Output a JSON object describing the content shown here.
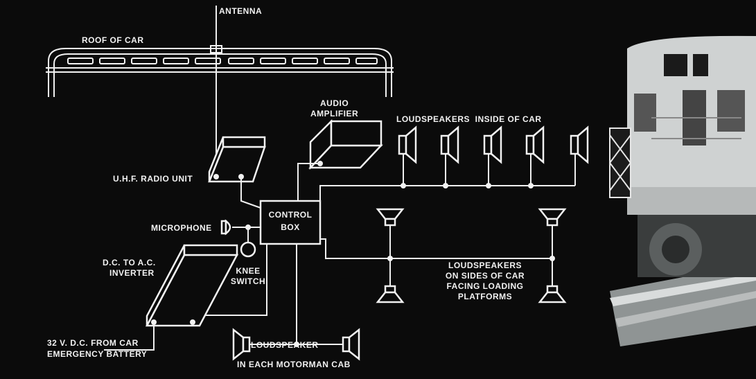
{
  "labels": {
    "antenna": "ANTENNA",
    "roof": "ROOF OF CAR",
    "audio_amplifier_line1": "AUDIO",
    "audio_amplifier_line2": "AMPLIFIER",
    "loudspeakers_inside": "LOUDSPEAKERS  INSIDE OF CAR",
    "uhf_radio": "U.H.F. RADIO UNIT",
    "control_box_line1": "CONTROL",
    "control_box_line2": "BOX",
    "microphone": "MICROPHONE",
    "knee_switch_line1": "KNEE",
    "knee_switch_line2": "SWITCH",
    "inverter_line1": "D.C. TO A.C.",
    "inverter_line2": "INVERTER",
    "battery_line1": "32 V. D.C. FROM CAR",
    "battery_line2": "EMERGENCY BATTERY",
    "motorman_line1": "LOUDSPEAKER",
    "motorman_line2": "IN EACH MOTORMAN CAB",
    "sides_line1": "LOUDSPEAKERS",
    "sides_line2": "ON SIDES OF CAR",
    "sides_line3": "FACING LOADING",
    "sides_line4": "PLATFORMS"
  },
  "colors": {
    "background": "#0b0b0b",
    "ink": "#f2f2f2",
    "car_body": "#cfd2d2"
  }
}
